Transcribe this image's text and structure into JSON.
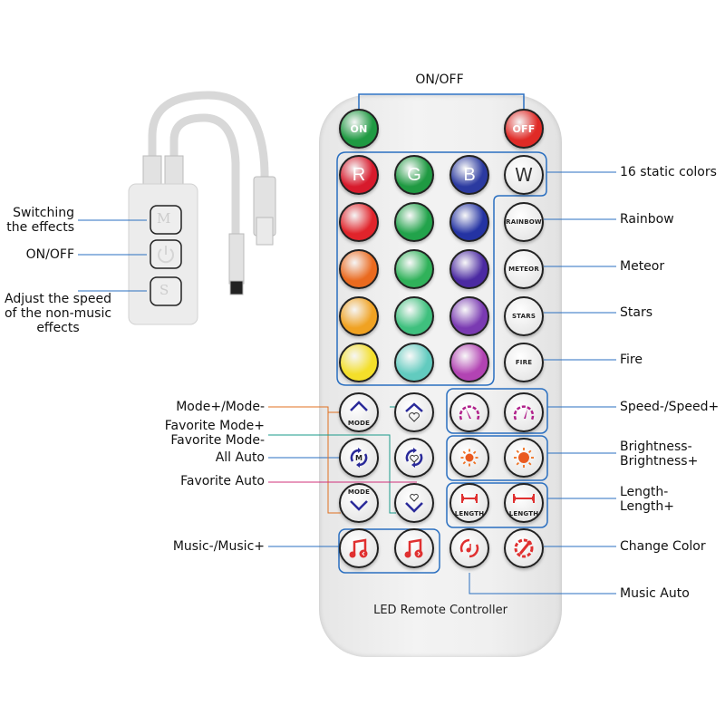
{
  "top_label": "ON/OFF",
  "remote": {
    "brand_text": "LED Remote Controller",
    "on_label": "ON",
    "off_label": "OFF",
    "r_label": "R",
    "g_label": "G",
    "b_label": "B",
    "w_label": "W",
    "rainbow_label": "RAINBOW",
    "meteor_label": "METEOR",
    "stars_label": "STARS",
    "fire_label": "FIRE",
    "mode_label": "MODE",
    "m_label": "M",
    "length_label": "LENGTH",
    "color_grid": [
      [
        "#d71a2c",
        "#1f9a42",
        "#2b3aa0"
      ],
      [
        "#e1242b",
        "#22a34b",
        "#2433a3"
      ],
      [
        "#ea6a1f",
        "#30b25a",
        "#4b2aa2"
      ],
      [
        "#f0a222",
        "#3fc07e",
        "#7a3ab2"
      ],
      [
        "#f4df2a",
        "#62cbbf",
        "#b243b3"
      ]
    ]
  },
  "right_labels": {
    "static_colors": "16 static colors",
    "rainbow": "Rainbow",
    "meteor": "Meteor",
    "stars": "Stars",
    "fire": "Fire",
    "speed": "Speed-/Speed+",
    "brightness_1": "Brightness-",
    "brightness_2": "Brightness+",
    "length_1": "Length-",
    "length_2": "Length+",
    "change_color": "Change Color",
    "music_auto": "Music Auto"
  },
  "left_labels": {
    "mode": "Mode+/Mode-",
    "fav_mode_plus": "Favorite Mode+",
    "fav_mode_minus": "Favorite Mode-",
    "all_auto": "All Auto",
    "fav_auto": "Favorite Auto",
    "music": "Music-/Music+"
  },
  "controller": {
    "switch_1": "Switching",
    "switch_2": "the effects",
    "onoff": "ON/OFF",
    "speed_1": "Adjust the speed",
    "speed_2": "of the non-music",
    "speed_3": "effects",
    "m_key": "M",
    "s_key": "S"
  },
  "colors": {
    "line": "#2a6fc0",
    "mode_line": "#e07020",
    "fav_line": "#1a9a8a",
    "fav_auto_line": "#d0307a",
    "icon_blue": "#2a2a9a",
    "icon_red": "#e03030",
    "icon_magenta": "#b0208a"
  }
}
